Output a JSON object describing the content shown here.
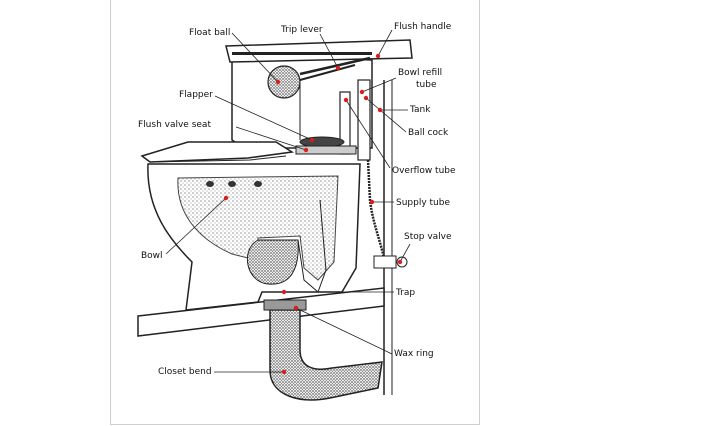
{
  "labels": {
    "float_ball": "Float ball",
    "trip_lever": "Trip lever",
    "flush_handle": "Flush handle",
    "bowl_refill_tube_1": "Bowl refill",
    "bowl_refill_tube_2": "tube",
    "flapper": "Flapper",
    "tank": "Tank",
    "flush_valve_seat": "Flush valve seat",
    "ball_cock": "Ball cock",
    "overflow_tube": "Overflow tube",
    "supply_tube": "Supply tube",
    "stop_valve": "Stop valve",
    "bowl": "Bowl",
    "trap": "Trap",
    "wax_ring": "Wax ring",
    "closet_bend": "Closet bend"
  },
  "colors": {
    "leader": "#d42020",
    "line": "#222222",
    "stipple": "#555555"
  }
}
